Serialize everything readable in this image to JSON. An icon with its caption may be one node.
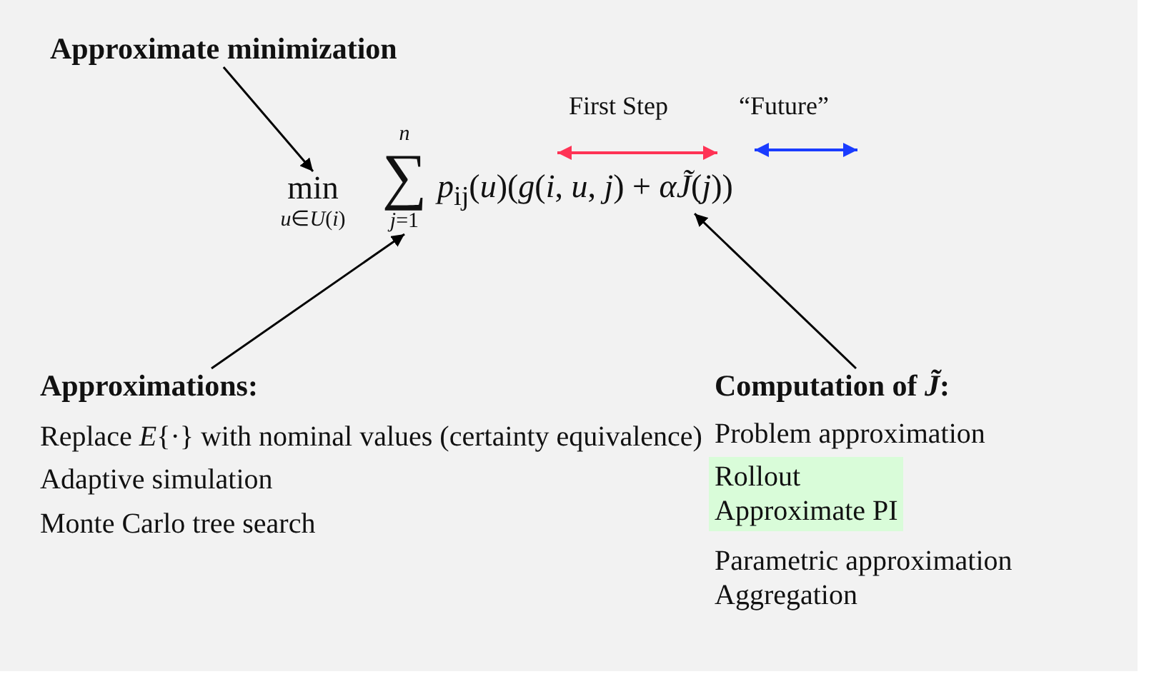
{
  "diagram": {
    "nodes": [
      {
        "text": [
          "Approximate minimization"
        ]
      },
      {
        "text": [
          "min",
          "*u*∈*U*(*i*)"
        ]
      },
      {
        "text": [
          "*n*",
          "∑",
          "*j*=1"
        ]
      },
      {
        "text": [
          "*p*$_{ij}$(*u*)(*g*(*i*, *u*, *j*) + *αJ̃*(*j*))"
        ]
      },
      {
        "text": [
          "Approximations:",
          "Replace *E*{·} with nominal values (certainty equivalence)",
          "Adaptive simulation",
          "Monte Carlo tree search"
        ]
      },
      {
        "text": [
          "Computation of *J̃*:",
          "Problem approximation",
          "Parametric approximation",
          "Aggregation"
        ]
      },
      {
        "text": [
          "Rollout",
          "Approximate PI"
        ],
        "in": 5
      }
    ],
    "edges": [
      {
        "from": 0,
        "to": 1,
        "arrow": "to"
      },
      {
        "from": 4,
        "to": 2,
        "arrow": "to"
      },
      {
        "from": 5,
        "to": 3,
        "arrow": "to"
      }
    ],
    "labels": [
      "First Step",
      "“Future”"
    ]
  }
}
